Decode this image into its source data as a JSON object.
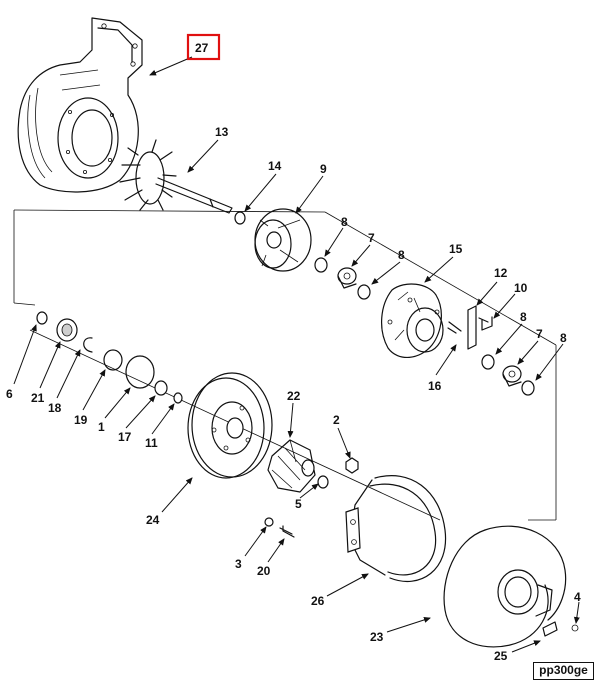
{
  "figure": {
    "reference_code": "pp300ge",
    "highlighted_callout": "27",
    "highlight_color": "#e01010"
  },
  "callouts": [
    "27",
    "13",
    "14",
    "9",
    "8",
    "7",
    "8",
    "15",
    "12",
    "10",
    "8",
    "7",
    "8",
    "16",
    "6",
    "21",
    "18",
    "19",
    "1",
    "17",
    "11",
    "22",
    "24",
    "2",
    "5",
    "3",
    "20",
    "26",
    "23",
    "4",
    "25"
  ]
}
